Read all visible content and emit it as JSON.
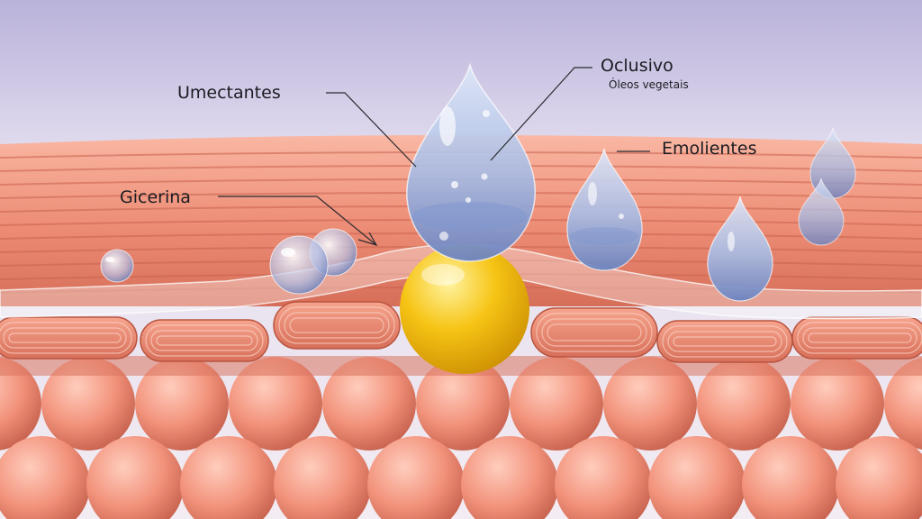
{
  "labels": {
    "umectantes": "Umectantes",
    "oclusivo": "Oclusivo",
    "oclusivo_sub": "Óleos vegetais",
    "emolientes": "Emolientes",
    "glicerina": "Gicerina"
  },
  "colors": {
    "background_top": "#bcb6dc",
    "background_bottom": "#f1e9f1",
    "skin": "#ef937c",
    "skin_dark": "#c8604d",
    "glycerin_sphere": "#f2c013",
    "droplet": "#a9bfe6",
    "label_text": "#1c1c22"
  }
}
